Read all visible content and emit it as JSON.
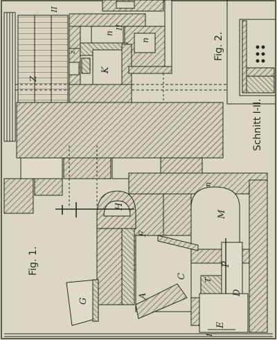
{
  "figures": {
    "fig1_caption": "Fig. 1.",
    "fig2_caption": "Fig. 2.",
    "section_caption": "Schnitt I-II."
  },
  "section_marks": {
    "top_left": "II",
    "top_right": "II",
    "bottom": "I"
  },
  "part_labels": {
    "A": "A",
    "C": "C",
    "D": "D",
    "E": "E",
    "F": "F",
    "G": "G",
    "H": "H",
    "K": "K",
    "M": "M",
    "P": "P",
    "T": "T",
    "n1": "n",
    "n2": "n",
    "n3": "n",
    "Z": "Z",
    "z": "z"
  },
  "colors": {
    "paper": "#dcd7c4",
    "ink": "#2a2620",
    "hatch": "#3a352c"
  }
}
